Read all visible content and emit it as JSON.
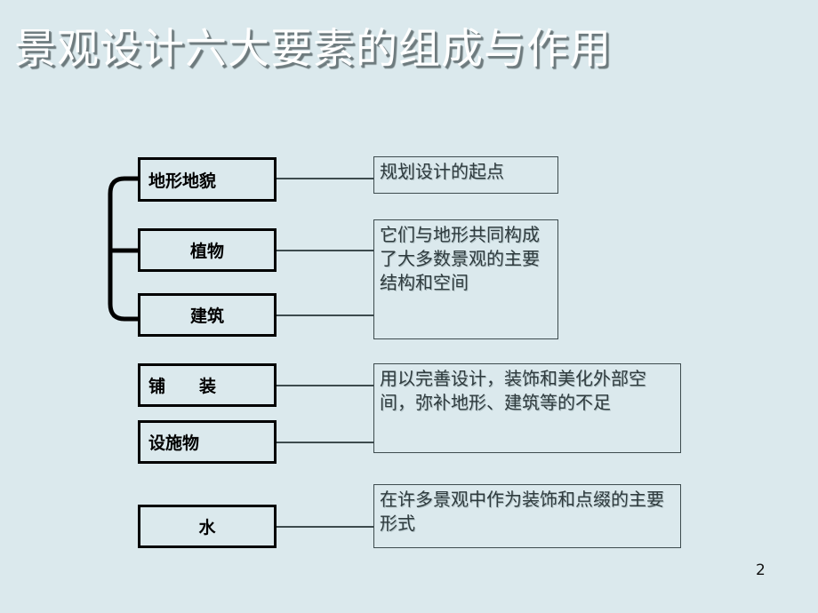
{
  "slide": {
    "title": "景观设计六大要素的组成与作用",
    "page_number": "2",
    "background_color": "#dbe9ed",
    "box_border_color": "#000000",
    "desc_border_color": "#3d4b4e",
    "title_color": "#ffffff"
  },
  "elements": [
    {
      "label": "地形地貌",
      "align": "left"
    },
    {
      "label": "植物",
      "align": "center"
    },
    {
      "label": "建筑",
      "align": "center"
    },
    {
      "label": "铺　　装",
      "align": "left"
    },
    {
      "label": "设施物",
      "align": "left"
    },
    {
      "label": "水",
      "align": "center"
    }
  ],
  "descriptions": [
    {
      "text": "规划设计的起点"
    },
    {
      "text": "它们与地形共同构成了大多数景观的主要结构和空间"
    },
    {
      "text": "用以完善设计，装饰和美化外部空间，弥补地形、建筑等的不足"
    },
    {
      "text": "在许多景观中作为装饰和点缀的主要形式"
    }
  ],
  "diagram": {
    "brace_groups": "地形地貌 / 植物 / 建筑",
    "connector_count": 6
  }
}
